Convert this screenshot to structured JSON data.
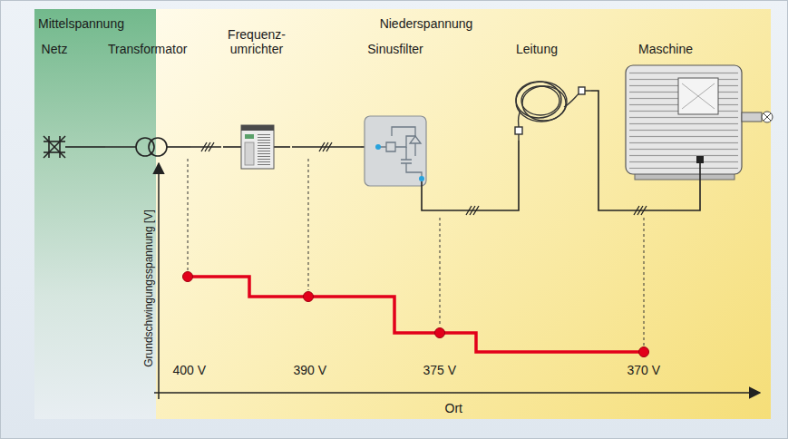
{
  "diagram": {
    "nodes": [
      {
        "text": [
          "Mittelspannung"
        ]
      },
      {
        "text": [
          "Niederspannung"
        ]
      },
      {
        "text": [
          "Netz"
        ],
        "in": 0
      },
      {
        "text": [
          "Transformator"
        ]
      },
      {
        "text": [
          "Frequenz- umrichter"
        ],
        "in": 1
      },
      {
        "text": [
          "Sinusfilter"
        ],
        "in": 1
      },
      {
        "text": [
          "Leitung"
        ],
        "in": 1
      },
      {
        "text": [
          "Maschine"
        ],
        "in": 1
      }
    ],
    "edges": [
      {
        "from": 2,
        "to": 3,
        "arrow": "none"
      },
      {
        "from": 3,
        "to": 4,
        "arrow": "none"
      },
      {
        "from": 4,
        "to": 5,
        "arrow": "none"
      },
      {
        "from": 5,
        "to": 6,
        "arrow": "none"
      },
      {
        "from": 6,
        "to": 7,
        "arrow": "none"
      }
    ],
    "labels": [
      "Grundschwingungsspannung [V]",
      "400 V",
      "390 V",
      "375 V",
      "370 V",
      "Ort"
    ]
  }
}
